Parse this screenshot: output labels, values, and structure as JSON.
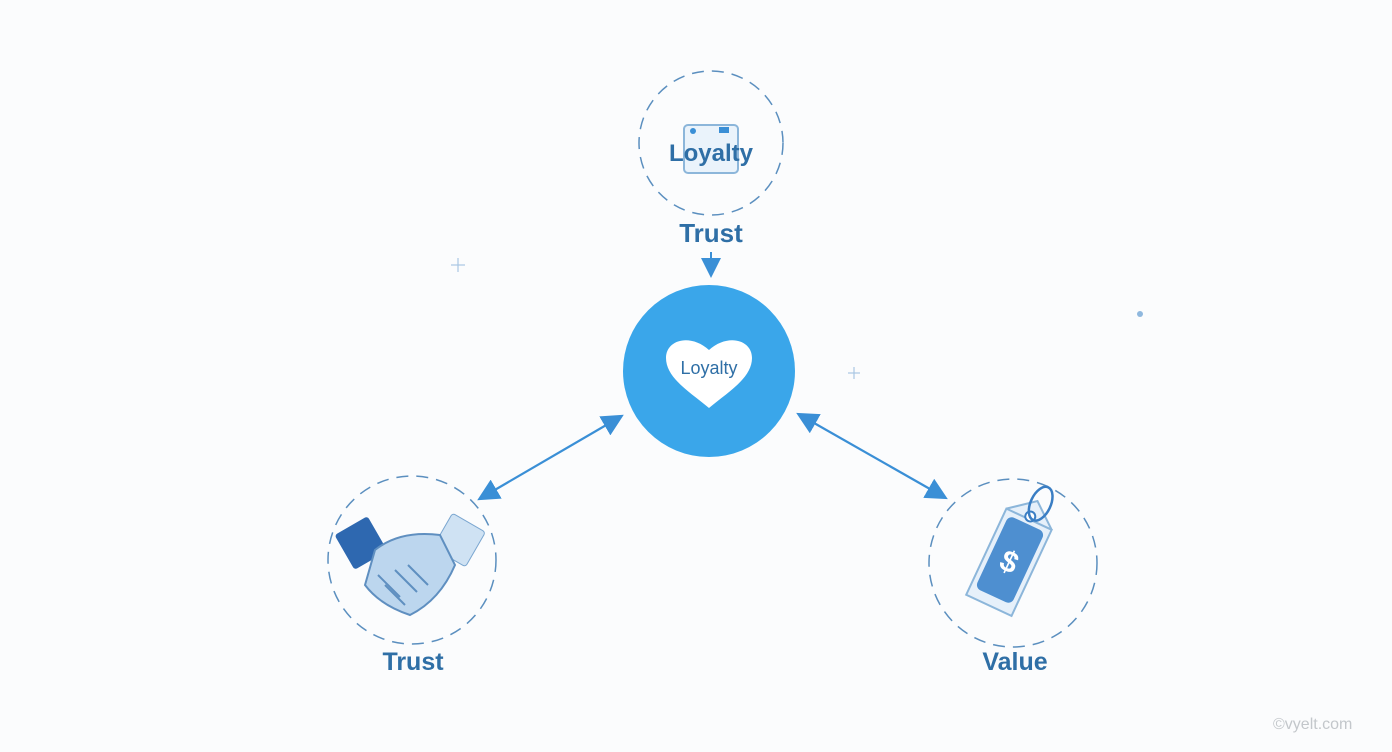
{
  "nodes": {
    "top": {
      "icon_label": "Loyalty",
      "label": "Trust"
    },
    "center": {
      "label": "Loyalty"
    },
    "left": {
      "label": "Trust"
    },
    "right": {
      "label": "Value",
      "tag_symbol": "$"
    }
  },
  "watermark": "©vyelt.com",
  "colors": {
    "primary": "#3aa6ea",
    "text": "#2f6fa6",
    "arrow": "#3a8fd6",
    "dashed": "#5b8fbf"
  }
}
